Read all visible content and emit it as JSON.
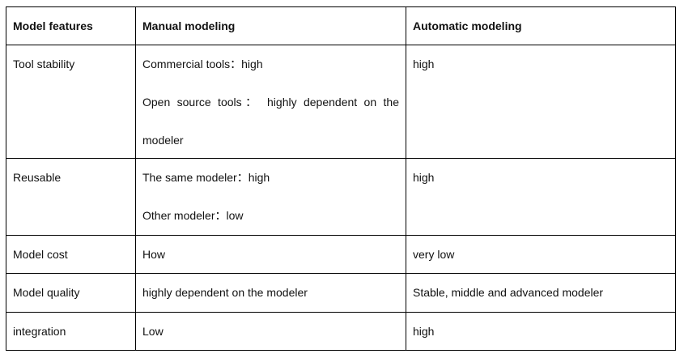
{
  "headers": [
    "Model features",
    "Manual modeling",
    "Automatic modeling"
  ],
  "rows": [
    {
      "feature": "Tool stability",
      "manual": [
        "Commercial tools：high",
        "Open source tools： highly dependent on the",
        "modeler"
      ],
      "automatic": "high"
    },
    {
      "feature": "Reusable",
      "manual": [
        "The same modeler：high",
        "Other modeler：low"
      ],
      "automatic": "high"
    },
    {
      "feature": "Model cost",
      "manual": [
        "How"
      ],
      "automatic": "very low"
    },
    {
      "feature": "Model quality",
      "manual": [
        "highly dependent on the modeler"
      ],
      "automatic": "Stable, middle and advanced modeler"
    },
    {
      "feature": "integration",
      "manual": [
        "Low"
      ],
      "automatic": "high"
    }
  ]
}
